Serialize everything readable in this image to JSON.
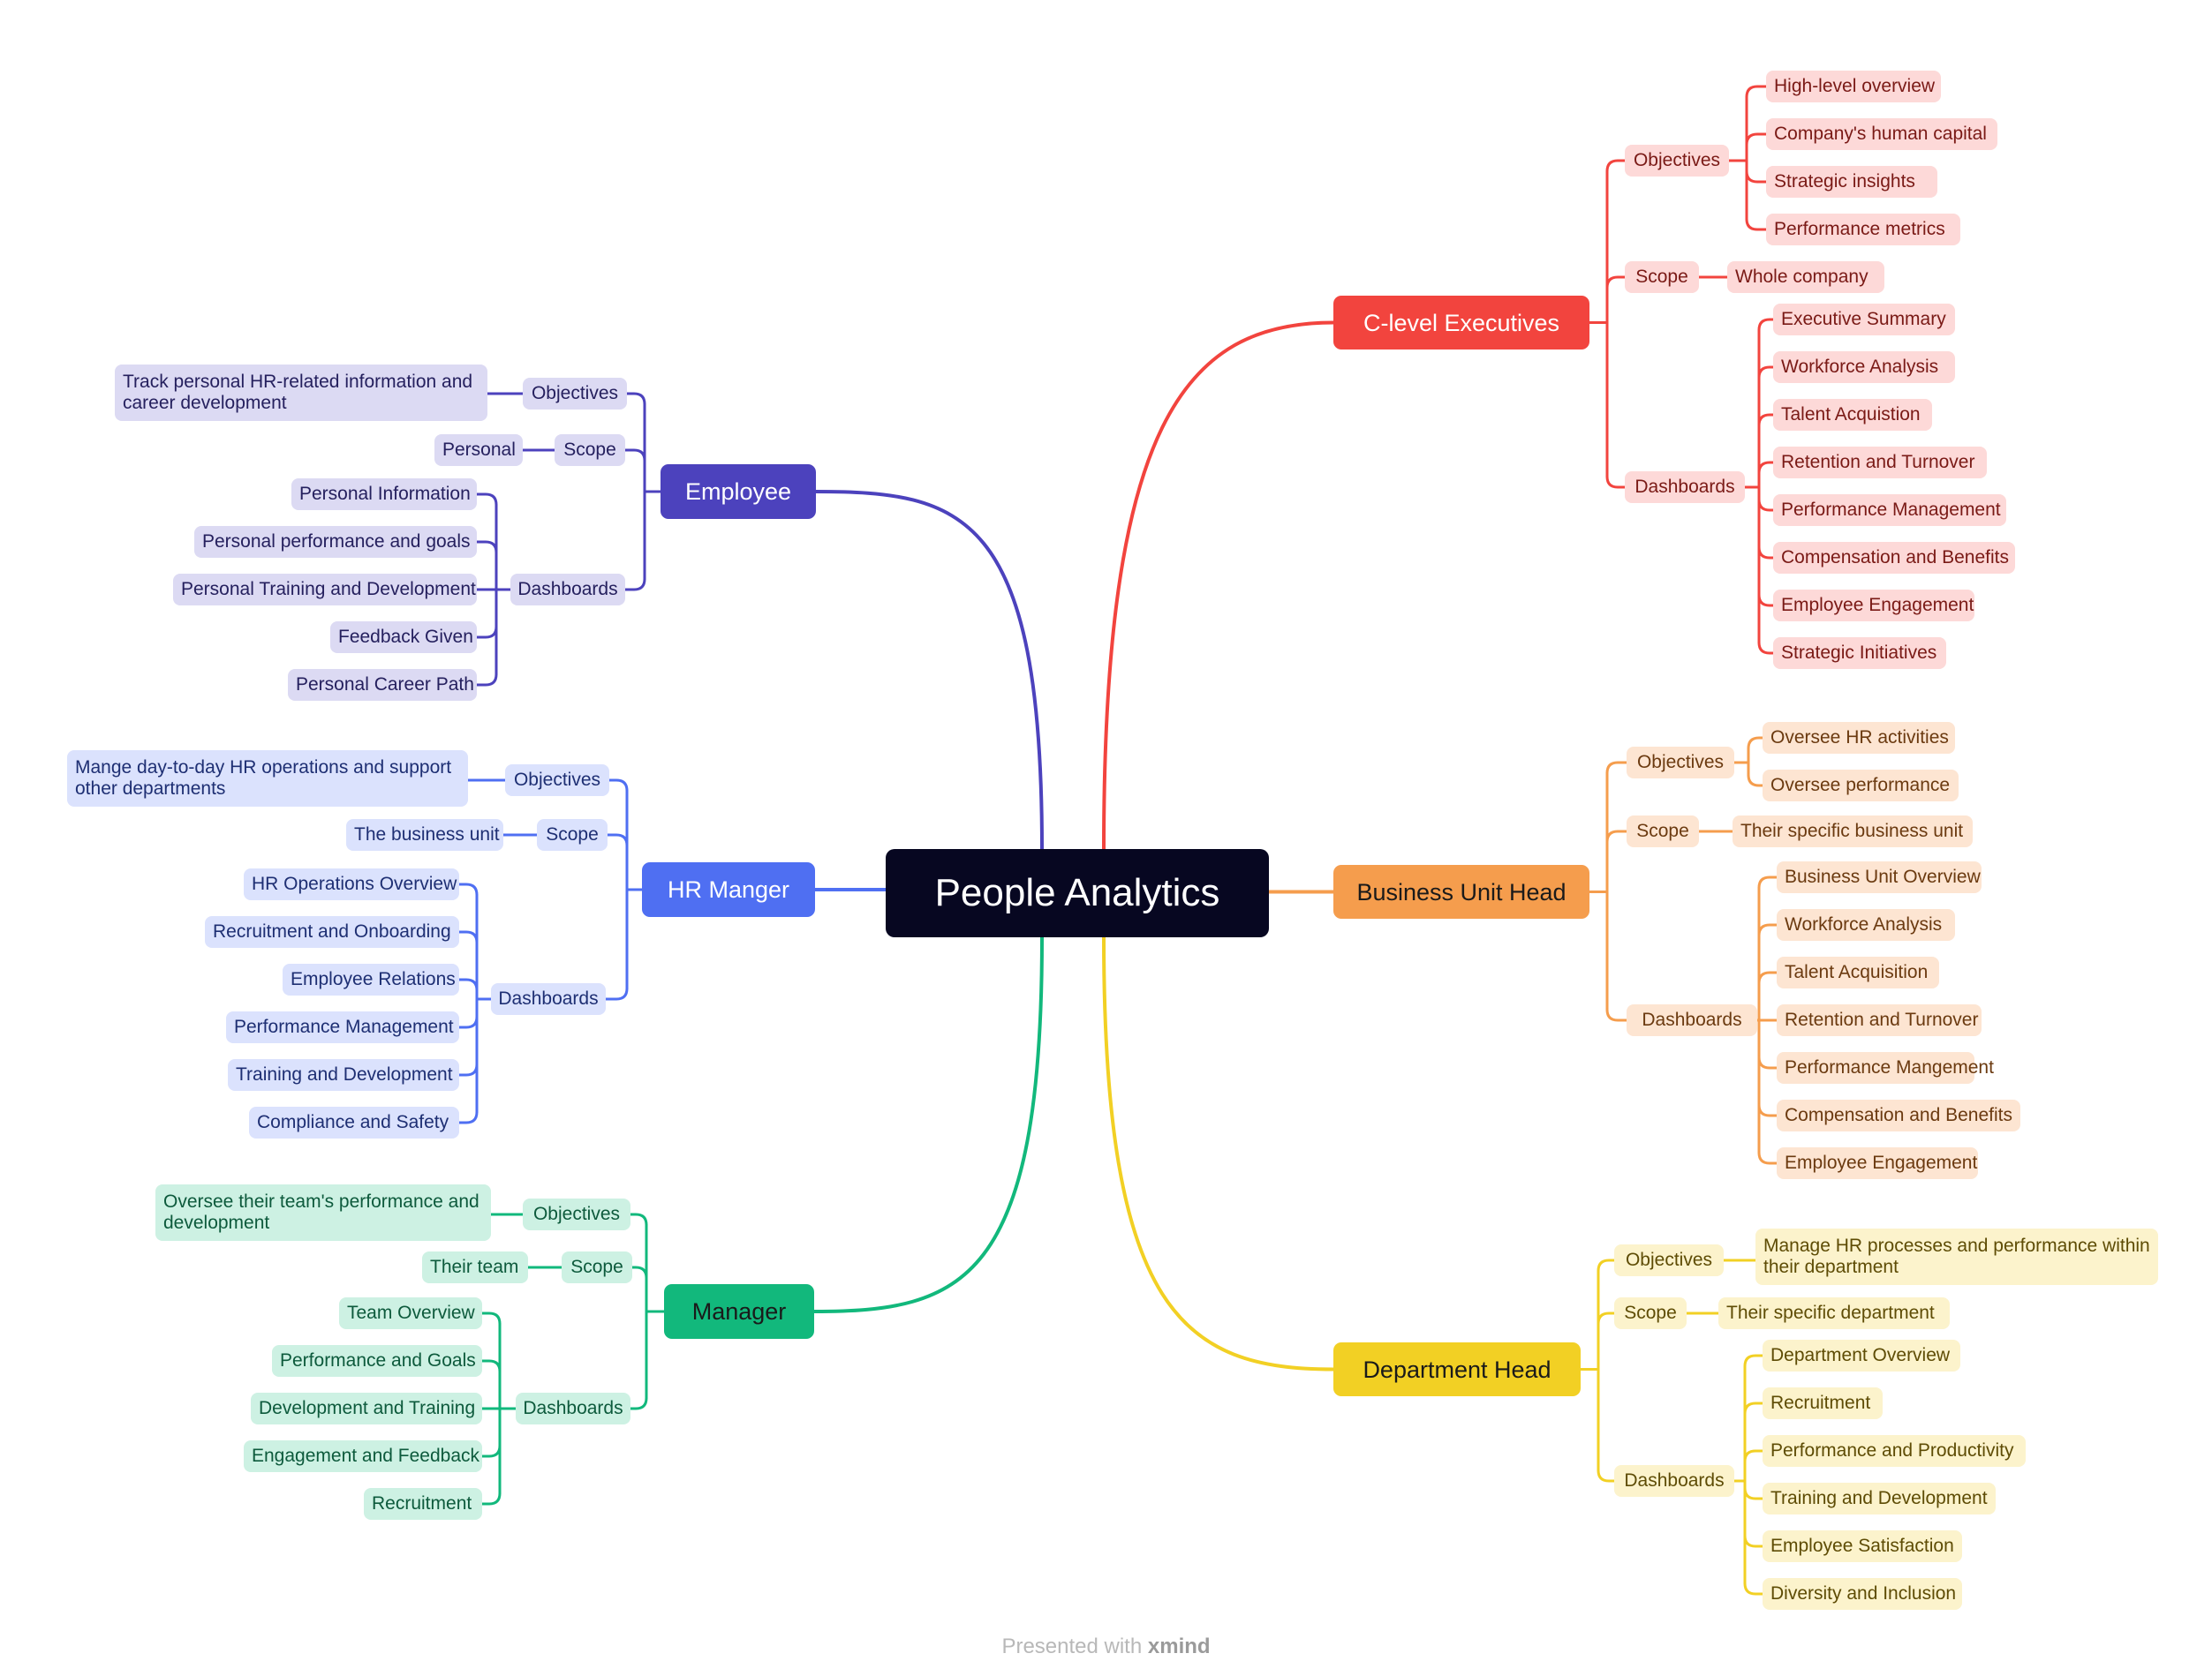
{
  "central": {
    "label": "People Analytics"
  },
  "footer": {
    "text": "Presented with",
    "brand": "xmind"
  },
  "branches": [
    {
      "key": "clevel",
      "label": "C-level Executives",
      "color": "#f2443e",
      "light": "#fdd9d8",
      "text": "#7a1a16",
      "main_text": "#ffffff",
      "groups": [
        {
          "label": "Objectives",
          "children": [
            "High-level overview",
            "Company's human capital",
            "Strategic insights",
            "Performance metrics"
          ]
        },
        {
          "label": "Scope",
          "children": [
            "Whole company"
          ]
        },
        {
          "label": "Dashboards",
          "children": [
            "Executive Summary",
            "Workforce Analysis",
            "Talent Acquistion",
            "Retention and Turnover",
            "Performance Management",
            "Compensation and Benefits",
            "Employee Engagement",
            "Strategic Initiatives"
          ]
        }
      ]
    },
    {
      "key": "buh",
      "label": "Business Unit Head",
      "color": "#f59d4d",
      "light": "#fde5d2",
      "text": "#6b3a10",
      "main_text": "#1a1a1a",
      "groups": [
        {
          "label": "Objectives",
          "children": [
            "Oversee HR activities",
            "Oversee performance"
          ]
        },
        {
          "label": "Scope",
          "children": [
            "Their specific business unit"
          ]
        },
        {
          "label": "Dashboards",
          "children": [
            "Business Unit Overview",
            "Workforce Analysis",
            "Talent Acquisition",
            "Retention and Turnover",
            "Performance Mangement",
            "Compensation and Benefits",
            "Employee Engagement"
          ]
        }
      ]
    },
    {
      "key": "dept",
      "label": "Department Head",
      "color": "#f2d024",
      "light": "#fcf3cc",
      "text": "#5e4c05",
      "main_text": "#1a1a1a",
      "groups": [
        {
          "label": "Objectives",
          "children": [
            "Manage HR processes and performance within their department"
          ]
        },
        {
          "label": "Scope",
          "children": [
            "Their specific department"
          ]
        },
        {
          "label": "Dashboards",
          "children": [
            "Department Overview",
            "Recruitment",
            "Performance and Productivity",
            "Training and Development",
            "Employee Satisfaction",
            "Diversity and Inclusion"
          ]
        }
      ]
    },
    {
      "key": "employee",
      "label": "Employee",
      "color": "#4c42bd",
      "light": "#dcdaf3",
      "text": "#25205e",
      "main_text": "#ffffff",
      "groups": [
        {
          "label": "Objectives",
          "children": [
            "Track personal HR-related information and career development"
          ]
        },
        {
          "label": "Scope",
          "children": [
            "Personal"
          ]
        },
        {
          "label": "Dashboards",
          "children": [
            "Personal Information",
            "Personal performance and goals",
            "Personal Training and Development",
            "Feedback Given",
            "Personal Career Path"
          ]
        }
      ]
    },
    {
      "key": "hrm",
      "label": "HR Manger",
      "color": "#4f6ff2",
      "light": "#dbe2fd",
      "text": "#1e2f73",
      "main_text": "#ffffff",
      "groups": [
        {
          "label": "Objectives",
          "children": [
            "Mange day-to-day HR operations and support other departments"
          ]
        },
        {
          "label": "Scope",
          "children": [
            "The business unit"
          ]
        },
        {
          "label": "Dashboards",
          "children": [
            "HR Operations Overview",
            "Recruitment and Onboarding",
            "Employee Relations",
            "Performance Management",
            "Training and Development",
            "Compliance and Safety"
          ]
        }
      ]
    },
    {
      "key": "manager",
      "label": "Manager",
      "color": "#12b87c",
      "light": "#cdf1e3",
      "text": "#0d5a3c",
      "main_text": "#1a1a1a",
      "groups": [
        {
          "label": "Objectives",
          "children": [
            "Oversee their team's performance and development"
          ]
        },
        {
          "label": "Scope",
          "children": [
            "Their team"
          ]
        },
        {
          "label": "Dashboards",
          "children": [
            "Team Overview",
            "Performance and Goals",
            "Development and Training",
            "Engagement and Feedback",
            "Recruitment"
          ]
        }
      ]
    }
  ]
}
